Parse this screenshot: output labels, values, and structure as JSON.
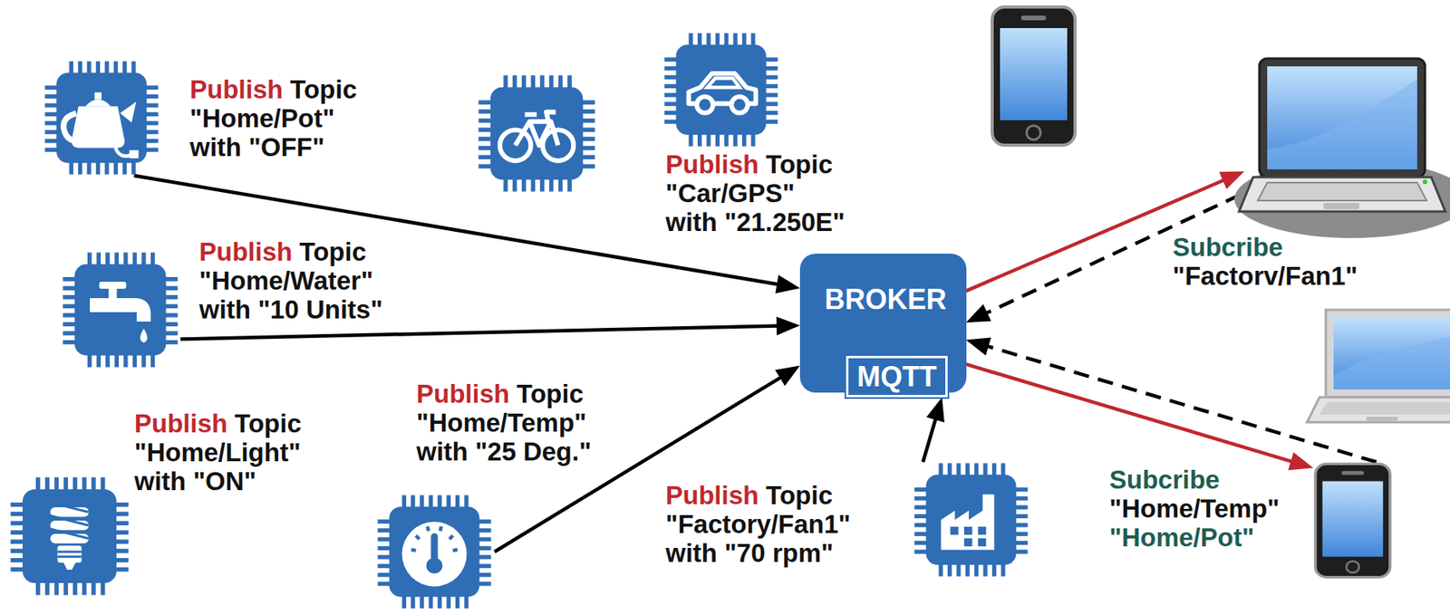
{
  "diagram": {
    "nodes": [
      {
        "text": [
          "Publish",
          "Topic",
          "\"Home/Pot\"",
          "with \"OFF\""
        ]
      },
      {
        "text": [
          "Publish",
          "Topic",
          "\"Car/GPS\"",
          "with \"21.250E\""
        ]
      },
      {
        "text": [
          "Subcribe",
          "\"Factorv/Fan1\""
        ]
      },
      {
        "text": [
          "Publish",
          "Topic",
          "\"Home/Water\"",
          "with \"10 Units\""
        ]
      },
      {
        "text": [
          "BROKER",
          "MQTT"
        ]
      },
      {
        "text": [
          "Publish",
          "Topic",
          "\"Home/Light\"",
          "with \"ON\""
        ]
      },
      {
        "text": [
          "Publish",
          "Topic",
          "\"Home/Temp\"",
          "with \"25 Deg.\""
        ]
      },
      {
        "text": [
          "Publish",
          "Topic",
          "\"Factory/Fan1\"",
          "with \"70 rpm\""
        ]
      },
      {
        "text": [
          "Subcribe",
          "\"Home/Temp\"",
          "\"Home/Pot\""
        ]
      }
    ],
    "edges": [
      {
        "from": 0,
        "to": 4,
        "arrow": "to"
      },
      {
        "from": 3,
        "to": 4,
        "arrow": "to"
      },
      {
        "from": 6,
        "to": 4,
        "arrow": "to"
      },
      {
        "from": 7,
        "to": 4,
        "arrow": "to"
      },
      {
        "from": 4,
        "to": 2,
        "arrow": "to"
      },
      {
        "from": 2,
        "to": 4,
        "arrow": "to"
      },
      {
        "from": 4,
        "to": 8,
        "arrow": "to"
      },
      {
        "from": 8,
        "to": 4,
        "arrow": "to"
      }
    ]
  }
}
